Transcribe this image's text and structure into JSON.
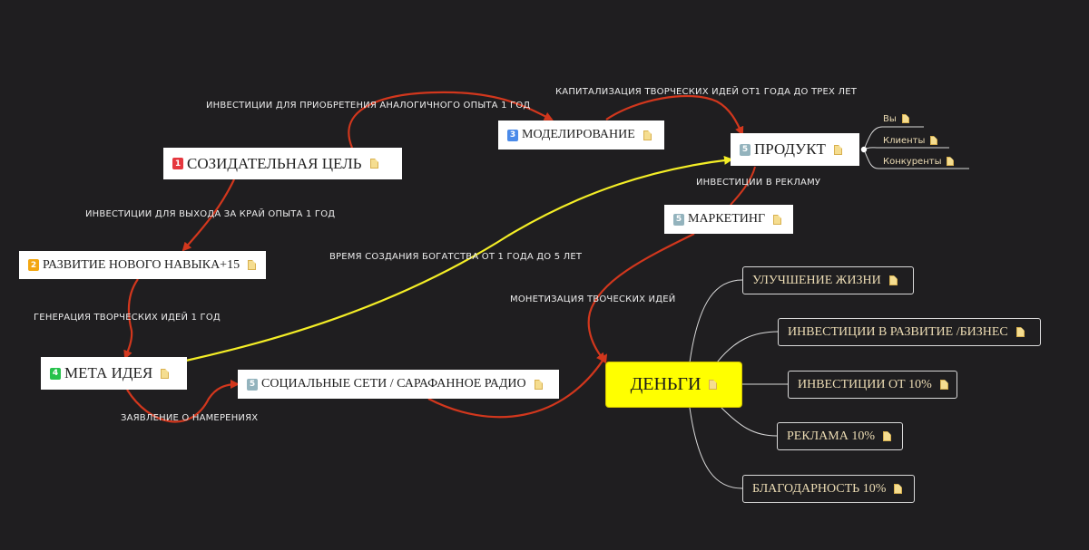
{
  "colors": {
    "background": "#1f1e20",
    "arrow": "#d2371d",
    "yellow_arrow": "#f4ee26",
    "badge_red": "#e5373e",
    "badge_orange": "#f3a712",
    "badge_blue": "#4a8ae9",
    "badge_green": "#27c24c",
    "badge_gray": "#93b3bd",
    "money_fill": "#ffff00",
    "child_text": "#ecdcb4"
  },
  "nodes": {
    "sozidatelnaya": {
      "num": "1",
      "label": "СОЗИДАТЕЛЬНАЯ ЦЕЛЬ"
    },
    "razvitie": {
      "num": "2",
      "label": "РАЗВИТИЕ НОВОГО НАВЫКА+15"
    },
    "modelirovanie": {
      "num": "3",
      "label": "МОДЕЛИРОВАНИЕ"
    },
    "meta": {
      "num": "4",
      "label": "МЕТА ИДЕЯ"
    },
    "socialnye": {
      "num": "5",
      "label": "СОЦИАЛЬНЫЕ СЕТИ / САРАФАННОЕ РАДИО"
    },
    "produkt": {
      "num": "5",
      "label": "ПРОДУКТ"
    },
    "marketing": {
      "num": "5",
      "label": "МАРКЕТИНГ"
    },
    "dengi": {
      "label": "ДЕНЬГИ"
    }
  },
  "edge_labels": {
    "investicii_aktiv": "ИНВЕСТИЦИИ ДЛЯ ПРИОБРЕТЕНИЯ АНАЛОГИЧНОГО ОПЫТА 1 ГОД",
    "kapitalizaciya": "КАПИТАЛИЗАЦИЯ ТВОРЧЕСКИХ ИДЕЙ ОТ1 ГОДА ДО ТРЕХ ЛЕТ",
    "investicii_vyhod": "ИНВЕСТИЦИИ ДЛЯ ВЫХОДА ЗА КРАЙ ОПЫТА 1 ГОД",
    "vremya": "ВРЕМЯ  СОЗДАНИЯ БОГАТСТВА ОТ 1 ГОДА ДО 5 ЛЕТ",
    "investicii_reklama": "ИНВЕСТИЦИИ В РЕКЛАМУ",
    "monetizaciya": "МОНЕТИЗАЦИЯ  ТВОЧЕСКИХ ИДЕЙ",
    "generaciya": "ГЕНЕРАЦИЯ ТВОРЧЕСКИХ ИДЕЙ 1 ГОД",
    "zayavlenie": "ЗАЯВЛЕНИЕ  О НАМЕРЕНИЯХ"
  },
  "product_children": [
    "Вы",
    "Клиенты",
    "Конкуренты"
  ],
  "money_children": [
    "УЛУЧШЕНИЕ ЖИЗНИ",
    "ИНВЕСТИЦИИ В РАЗВИТИЕ /БИЗНЕС",
    "ИНВЕСТИЦИИ ОТ 10%",
    "РЕКЛАМА 10%",
    "БЛАГОДАРНОСТЬ 10%"
  ],
  "icons": {
    "note": "note-icon",
    "collapse": "collapse-dot-icon"
  }
}
